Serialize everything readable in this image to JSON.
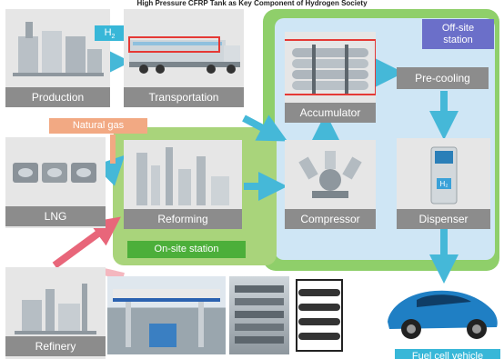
{
  "title": "High Pressure CFRP Tank as Key Component of Hydrogen Society",
  "nodes": {
    "production": "Production",
    "transportation": "Transportation",
    "lng": "LNG",
    "reforming": "Reforming",
    "refinery": "Refinery",
    "accumulator": "Accumulator",
    "pre_cooling": "Pre-cooling",
    "compressor": "Compressor",
    "dispenser": "Dispenser"
  },
  "tags": {
    "h2": "H2",
    "natural_gas": "Natural gas",
    "off_site": "Off-site\nstation",
    "on_site": "On-site station",
    "fuel_cell": "Fuel cell vehicle"
  },
  "colors": {
    "arrow": "#45b8d8",
    "label_bg": "#8c8c8c",
    "offsite_zone": "#8fcf6a",
    "onsite_zone": "#a9d47b",
    "highlight": "#e53935"
  }
}
